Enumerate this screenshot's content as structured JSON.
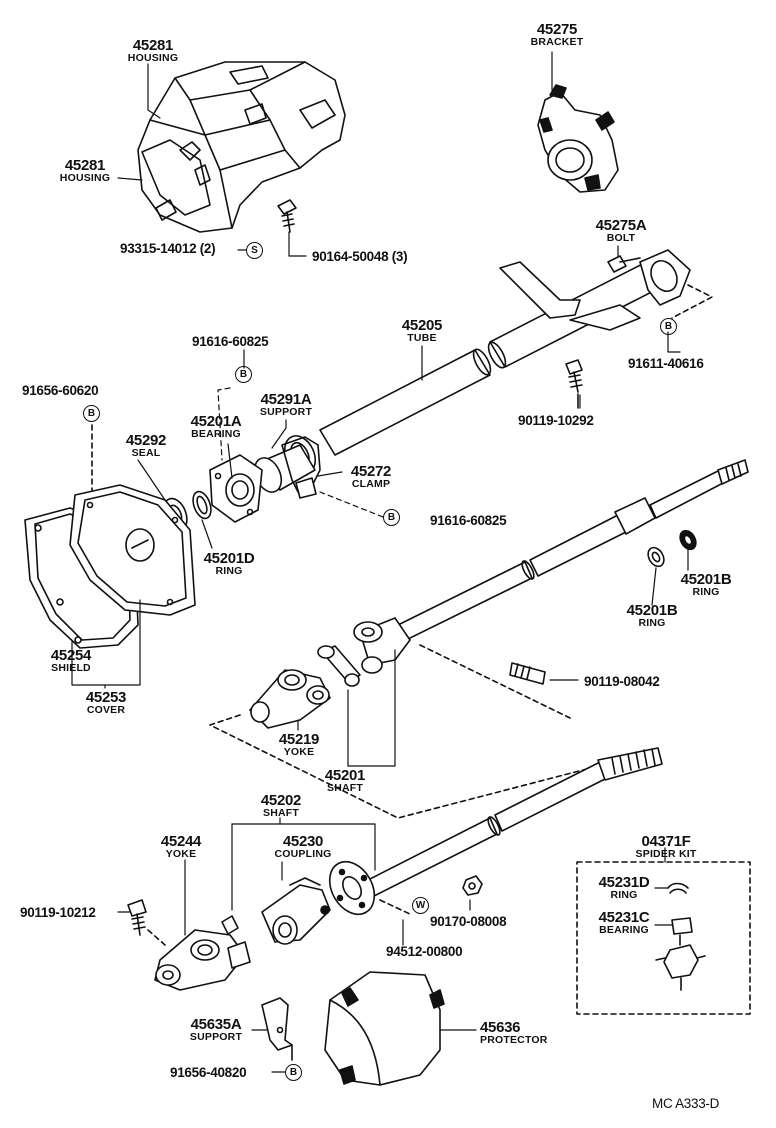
{
  "parts": {
    "p45281a": {
      "num": "45281",
      "name": "HOUSING"
    },
    "p45281b": {
      "num": "45281",
      "name": "HOUSING"
    },
    "p45275": {
      "num": "45275",
      "name": "BRACKET"
    },
    "p45275A": {
      "num": "45275A",
      "name": "BOLT"
    },
    "p45205": {
      "num": "45205",
      "name": "TUBE"
    },
    "p45291A": {
      "num": "45291A",
      "name": "SUPPORT"
    },
    "p45201A": {
      "num": "45201A",
      "name": "BEARING"
    },
    "p45292": {
      "num": "45292",
      "name": "SEAL"
    },
    "p45272": {
      "num": "45272",
      "name": "CLAMP"
    },
    "p45201D": {
      "num": "45201D",
      "name": "RING"
    },
    "p45201B_a": {
      "num": "45201B",
      "name": "RING"
    },
    "p45201B_b": {
      "num": "45201B",
      "name": "RING"
    },
    "p45254": {
      "num": "45254",
      "name": "SHIELD"
    },
    "p45253": {
      "num": "45253",
      "name": "COVER"
    },
    "p45219": {
      "num": "45219",
      "name": "YOKE"
    },
    "p45201": {
      "num": "45201",
      "name": "SHAFT"
    },
    "p45202": {
      "num": "45202",
      "name": "SHAFT"
    },
    "p45244": {
      "num": "45244",
      "name": "YOKE"
    },
    "p45230": {
      "num": "45230",
      "name": "COUPLING"
    },
    "p04371F": {
      "num": "04371F",
      "name": "SPIDER KIT"
    },
    "p45231D": {
      "num": "45231D",
      "name": "RING"
    },
    "p45231C": {
      "num": "45231C",
      "name": "BEARING"
    },
    "p45635A": {
      "num": "45635A",
      "name": "SUPPORT"
    },
    "p45636": {
      "num": "45636",
      "name": "PROTECTOR"
    }
  },
  "fasteners": {
    "f93315": "93315-14012 (2)",
    "f90164": "90164-50048 (3)",
    "f91611": "91611-40616",
    "f91616a": "91616-60825",
    "f91656a": "91656-60620",
    "f90119a": "90119-10292",
    "f91616b": "91616-60825",
    "f90119b": "90119-08042",
    "f90119c": "90119-10212",
    "f90170": "90170-08008",
    "f94512": "94512-00800",
    "f91656b": "91656-40820"
  },
  "markers": {
    "S": "S",
    "B": "B",
    "W": "W"
  },
  "diagram_code": "MC A333-D"
}
